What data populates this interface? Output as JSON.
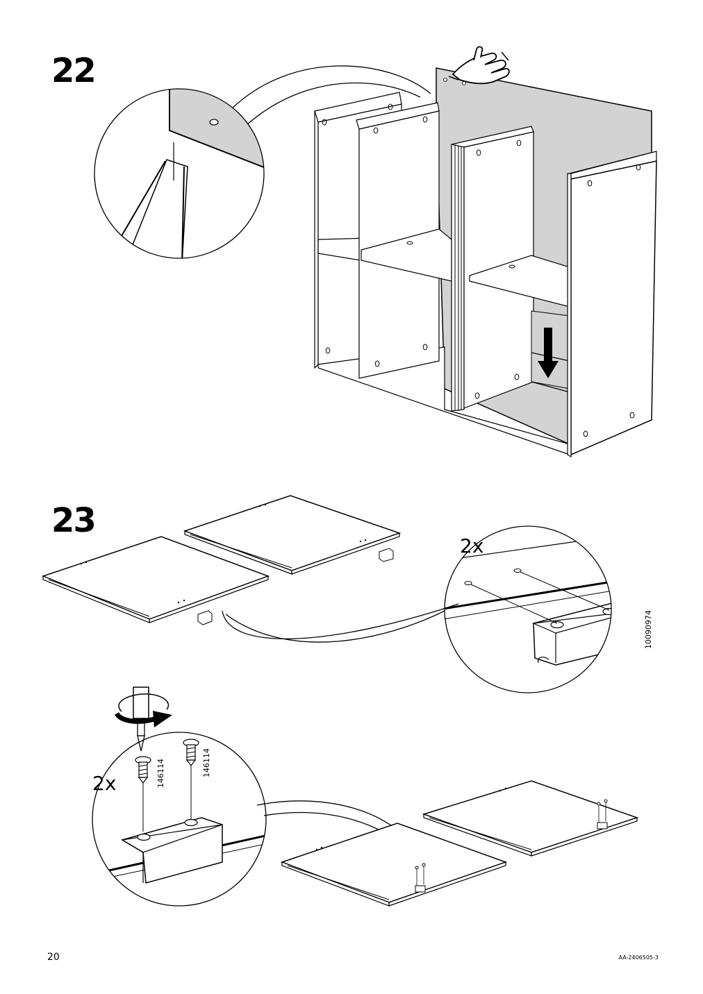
{
  "steps": [
    {
      "number": "22"
    },
    {
      "number": "23",
      "quantity_top": "2x",
      "quantity_bottom": "2x",
      "part_bracket": "10090974",
      "part_screw_left": "146114",
      "part_screw_right": "146114"
    }
  ],
  "footer": {
    "page_number": "20",
    "document_code": "AA-2406505-3"
  },
  "icons": {
    "hand": "hand-pressing-icon",
    "down_arrow": "down-arrow-icon",
    "rotate": "rotate-clockwise-icon"
  }
}
